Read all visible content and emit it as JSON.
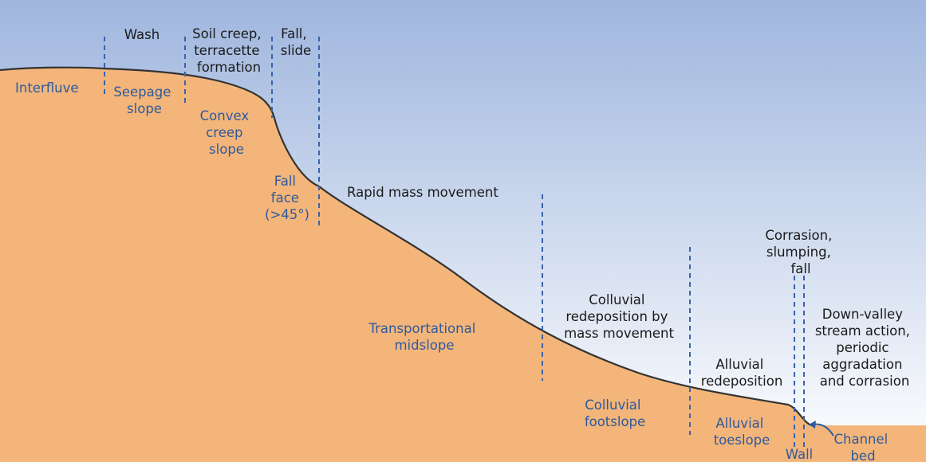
{
  "colors": {
    "sky_top": "#9fb6de",
    "sky_bottom": "#ffffff",
    "ground": "#f3b57a",
    "profile_line": "#333333",
    "divider": "#3a63a8",
    "process_text": "#1a1a1a",
    "unit_text": "#2e5a9c"
  },
  "processes": {
    "wash": [
      "Wash"
    ],
    "soil_creep": [
      "Soil creep,",
      "terracette",
      "formation"
    ],
    "fall_slide": [
      "Fall,",
      "slide"
    ],
    "rapid_mass_movement": [
      "Rapid mass movement"
    ],
    "colluvial_redeposition": [
      "Colluvial",
      "redeposition by",
      "mass movement"
    ],
    "corrasion": [
      "Corrasion,",
      "slumping,",
      "fall"
    ],
    "alluvial_redeposition": [
      "Alluvial",
      "redeposition"
    ],
    "down_valley": [
      "Down-valley",
      "stream action,",
      "periodic",
      "aggradation",
      "and corrasion"
    ]
  },
  "units": {
    "interfluve": [
      "Interfluve"
    ],
    "seepage_slope": [
      "Seepage",
      "slope"
    ],
    "convex_creep_slope": [
      "Convex",
      "creep",
      "slope"
    ],
    "fall_face": [
      "Fall",
      "face",
      "(>45°)"
    ],
    "transportational_midslope": [
      "Transportational",
      "midslope"
    ],
    "colluvial_footslope": [
      "Colluvial",
      "footslope"
    ],
    "alluvial_toeslope": [
      "Alluvial",
      "toeslope"
    ],
    "wall": [
      "Wall"
    ],
    "channel_bed": [
      "Channel",
      "bed"
    ]
  }
}
